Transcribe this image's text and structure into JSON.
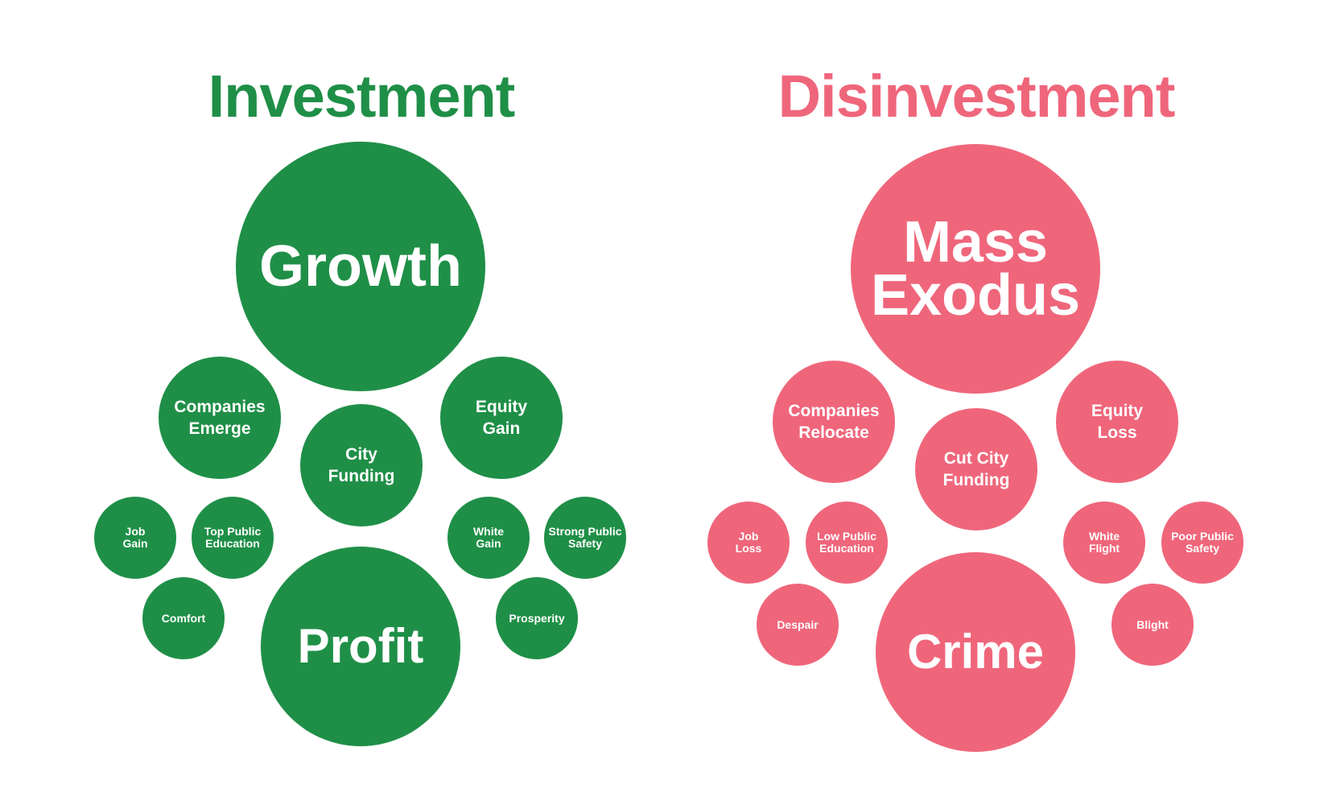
{
  "colors": {
    "investment": "#1f8f47",
    "disinvestment": "#ef667b"
  },
  "investment": {
    "title": "Investment",
    "growth": "Growth",
    "companies": "Companies\nEmerge",
    "city": "City\nFunding",
    "equity": "Equity\nGain",
    "job": "Job\nGain",
    "education": "Top Public\nEducation",
    "comfort": "Comfort",
    "white": "White\nGain",
    "safety": "Strong Public\nSafety",
    "prosperity": "Prosperity",
    "profit": "Profit"
  },
  "disinvestment": {
    "title": "Disinvestment",
    "exodus": "Mass\nExodus",
    "companies": "Companies\nRelocate",
    "city": "Cut City\nFunding",
    "equity": "Equity\nLoss",
    "job": "Job\nLoss",
    "education": "Low Public\nEducation",
    "despair": "Despair",
    "white": "White\nFlight",
    "safety": "Poor Public\nSafety",
    "blight": "Blight",
    "crime": "Crime"
  }
}
